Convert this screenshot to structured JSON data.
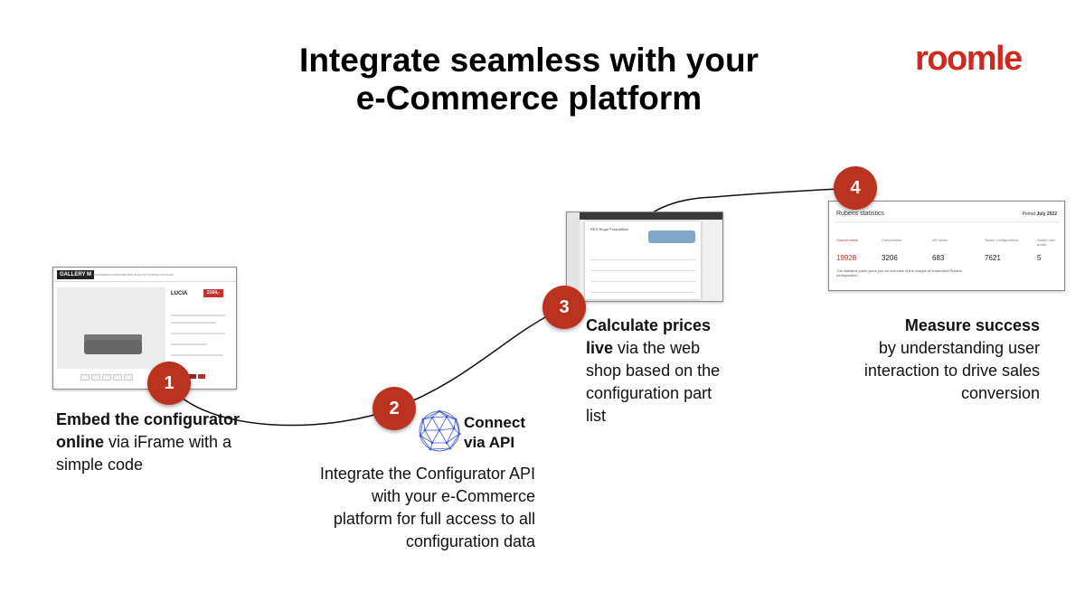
{
  "header": {
    "title_line1": "Integrate seamless with your",
    "title_line2": "e-Commerce platform",
    "logo": "roomle"
  },
  "colors": {
    "accent": "#bc3221",
    "logo": "#d0291f",
    "curve": "#111111",
    "network": "#3b5bd6"
  },
  "steps": [
    {
      "number": "1",
      "bold": "Embed the configurator online",
      "text": " via iFrame with a simple code"
    },
    {
      "number": "2",
      "api_label_line1": "Connect",
      "api_label_line2": "via API",
      "icon": "network-sphere-icon",
      "text": "Integrate the Configurator API with your e-Commerce platform for full access to all configuration data"
    },
    {
      "number": "3",
      "bold": "Calculate prices live",
      "text": " via the web shop based on the configuration part list"
    },
    {
      "number": "4",
      "bold": "Measure success",
      "text": "by understanding user interaction to drive sales conversion"
    }
  ],
  "screenshot1": {
    "brand": "GALLERY M",
    "nav": "POLSTERUNG  SOFAS  BETTEN  QUALITÄT  KONTAKT  KATALOG",
    "product": "LUCIA",
    "price": "2164,-"
  },
  "screenshot2": {
    "panel_title": "RES Regal Produktliste"
  },
  "screenshot3": {
    "title": "Rubens statistics",
    "period_label": "Period",
    "period": "July 2022",
    "columns": [
      "Overall views",
      "Conversions",
      "AR views",
      "Saved configurations",
      "Saved user drafts"
    ],
    "values": [
      "19928",
      "3206",
      "683",
      "7621",
      "5"
    ],
    "note": "The statistics panel gives you an overview of the usages of embedded Rubens configuration."
  }
}
